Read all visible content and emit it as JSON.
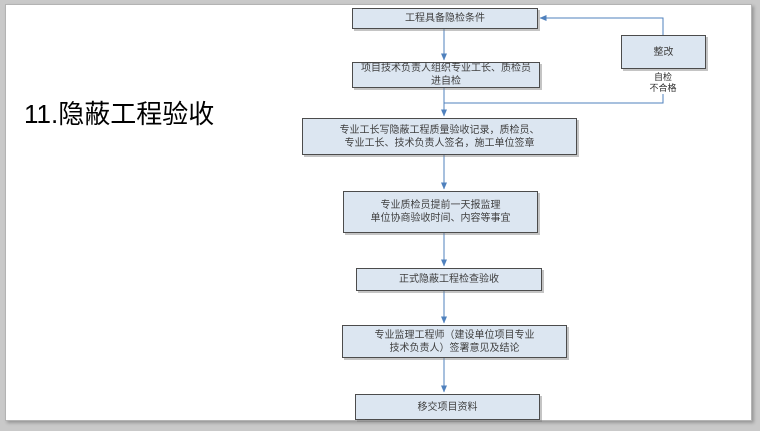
{
  "slide": {
    "title": "11.隐蔽工程验收"
  },
  "flowchart": {
    "nodes": [
      {
        "name": "start",
        "text": "工程具备隐检条件"
      },
      {
        "name": "self-check",
        "text": "项目技术负责人组织专业工长、质检员\n进自检"
      },
      {
        "name": "acceptance-record",
        "text": "专业工长写隐蔽工程质量验收记录，质检员、\n专业工长、技术负责人签名，施工单位签章"
      },
      {
        "name": "notify-supervision",
        "text": "专业质检员提前一天报监理\n单位协商验收时间、内容等事宜"
      },
      {
        "name": "formal-inspection",
        "text": "正式隐蔽工程检查验收"
      },
      {
        "name": "sign-opinions",
        "text": "专业监理工程师（建设单位项目专业\n技术负责人）签署意见及结论"
      },
      {
        "name": "handover-documents",
        "text": "移交项目资料"
      },
      {
        "name": "rectify",
        "text": "整改"
      }
    ],
    "branch_label": "自检\n不合格",
    "colors": {
      "node_fill": "#dce6f1",
      "node_border": "#4c4c4c",
      "connector": "#4f81bd",
      "node_text": "#3f3f3f",
      "workspace_background": "#c9c9c9",
      "slide_background": "#ffffff"
    }
  }
}
